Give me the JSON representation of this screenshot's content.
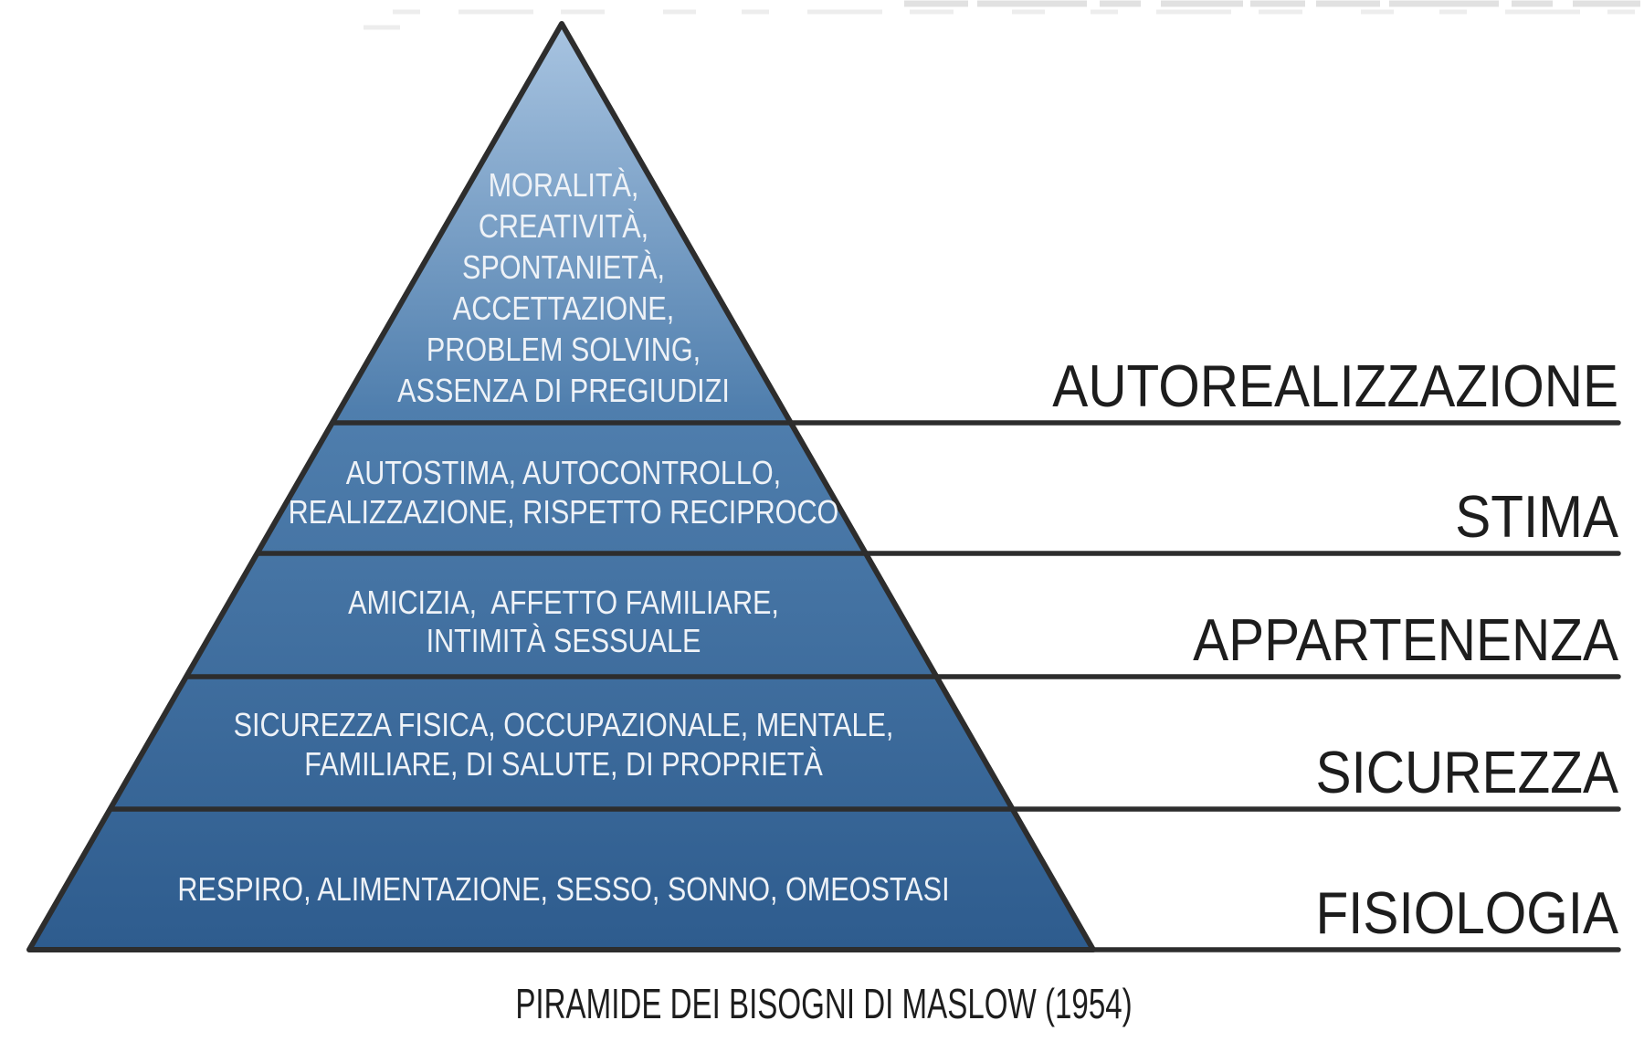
{
  "figure": {
    "caption": "PIRAMIDE DEI BISOGNI DI MASLOW (1954)",
    "levels": [
      {
        "name": "AUTOREALIZZAZIONE",
        "lines": [
          "MORALITÀ,",
          "CREATIVITÀ,",
          "SPONTANIETÀ,",
          "ACCETTAZIONE,",
          "PROBLEM SOLVING,",
          "ASSENZA DI PREGIUDIZI"
        ]
      },
      {
        "name": "STIMA",
        "lines": [
          "AUTOSTIMA, AUTOCONTROLLO,",
          "REALIZZAZIONE, RISPETTO RECIPROCO"
        ]
      },
      {
        "name": "APPARTENENZA",
        "lines": [
          "AMICIZIA,  AFFETTO FAMILIARE,",
          "INTIMITÀ SESSUALE"
        ]
      },
      {
        "name": "SICUREZZA",
        "lines": [
          "SICUREZZA FISICA, OCCUPAZIONALE, MENTALE,",
          "FAMILIARE, DI SALUTE, DI PROPRIETÀ"
        ]
      },
      {
        "name": "FISIOLOGIA",
        "lines": [
          "RESPIRO, ALIMENTAZIONE, SESSO, SONNO, OMEOSTASI"
        ]
      }
    ],
    "colors": {
      "gradient_top": "#a8c4e1",
      "gradient_mid": "#4f7ead",
      "gradient_bottom": "#2e5c8e",
      "outline": "#2d2d2d",
      "items_text": "#eef2f7",
      "label_text": "#1d1d1d"
    }
  }
}
